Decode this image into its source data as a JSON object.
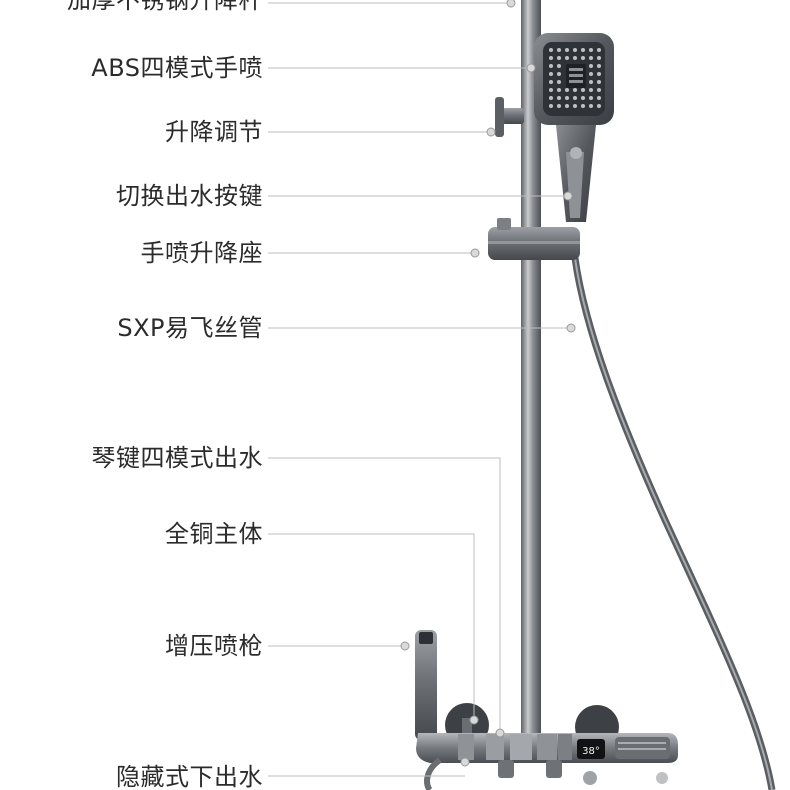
{
  "labels": [
    {
      "id": "rod",
      "text": "加厚不锈钢升降杆"
    },
    {
      "id": "spray",
      "text": "ABS四模式手喷"
    },
    {
      "id": "adjust",
      "text": "升降调节"
    },
    {
      "id": "switch",
      "text": "切换出水按键"
    },
    {
      "id": "seat",
      "text": "手喷升降座"
    },
    {
      "id": "hose",
      "text": "SXP易飞丝管"
    },
    {
      "id": "keys",
      "text": "琴键四模式出水"
    },
    {
      "id": "body",
      "text": "全铜主体"
    },
    {
      "id": "gun",
      "text": "增压喷枪"
    },
    {
      "id": "lower",
      "text": "隐藏式下出水"
    }
  ],
  "display": {
    "temperature": "38°"
  }
}
